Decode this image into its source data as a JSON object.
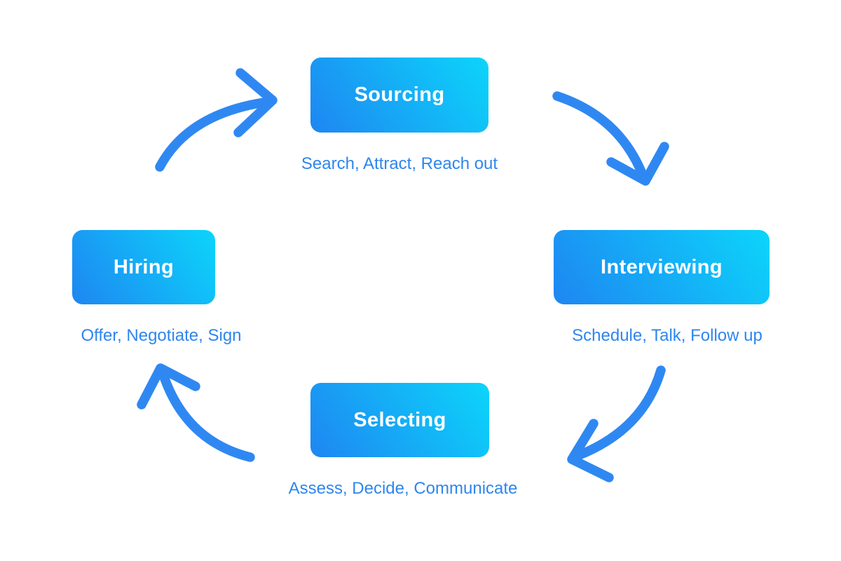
{
  "colors": {
    "background": "#ffffff",
    "box_gradient_start": "#1e86f2",
    "box_gradient_end": "#0cd5fa",
    "box_text": "#ffffff",
    "subtitle_text": "#2e86ee",
    "arrow": "#2f88f2"
  },
  "diagram": {
    "type": "cycle",
    "stages": [
      {
        "label": "Sourcing",
        "subtitle": "Search, Attract, Reach out"
      },
      {
        "label": "Interviewing",
        "subtitle": "Schedule, Talk, Follow up"
      },
      {
        "label": "Selecting",
        "subtitle": "Assess, Decide, Communicate"
      },
      {
        "label": "Hiring",
        "subtitle": "Offer, Negotiate, Sign"
      }
    ],
    "flow": [
      "Hiring -> Sourcing",
      "Sourcing -> Interviewing",
      "Interviewing -> Selecting",
      "Selecting -> Hiring"
    ]
  }
}
